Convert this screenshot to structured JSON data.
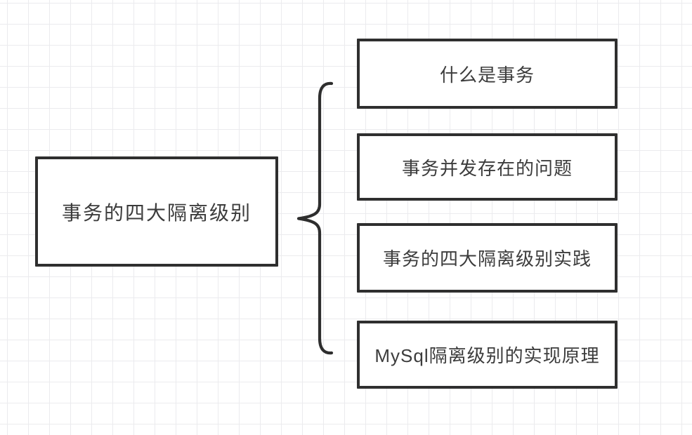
{
  "diagram": {
    "type": "mindmap",
    "root": {
      "label": "事务的四大隔离级别"
    },
    "children": [
      {
        "label": "什么是事务"
      },
      {
        "label": "事务并发存在的问题"
      },
      {
        "label": "事务的四大隔离级别实践"
      },
      {
        "label": "MySql隔离级别的实现原理"
      }
    ],
    "connector": "curly-brace",
    "colors": {
      "canvas_background": "#ffffff",
      "grid_line": "#ebebee",
      "node_border": "#2f2f2f",
      "node_fill": "#ffffff",
      "text": "#3c3c3c",
      "brace_stroke": "#2e2e2e"
    }
  }
}
